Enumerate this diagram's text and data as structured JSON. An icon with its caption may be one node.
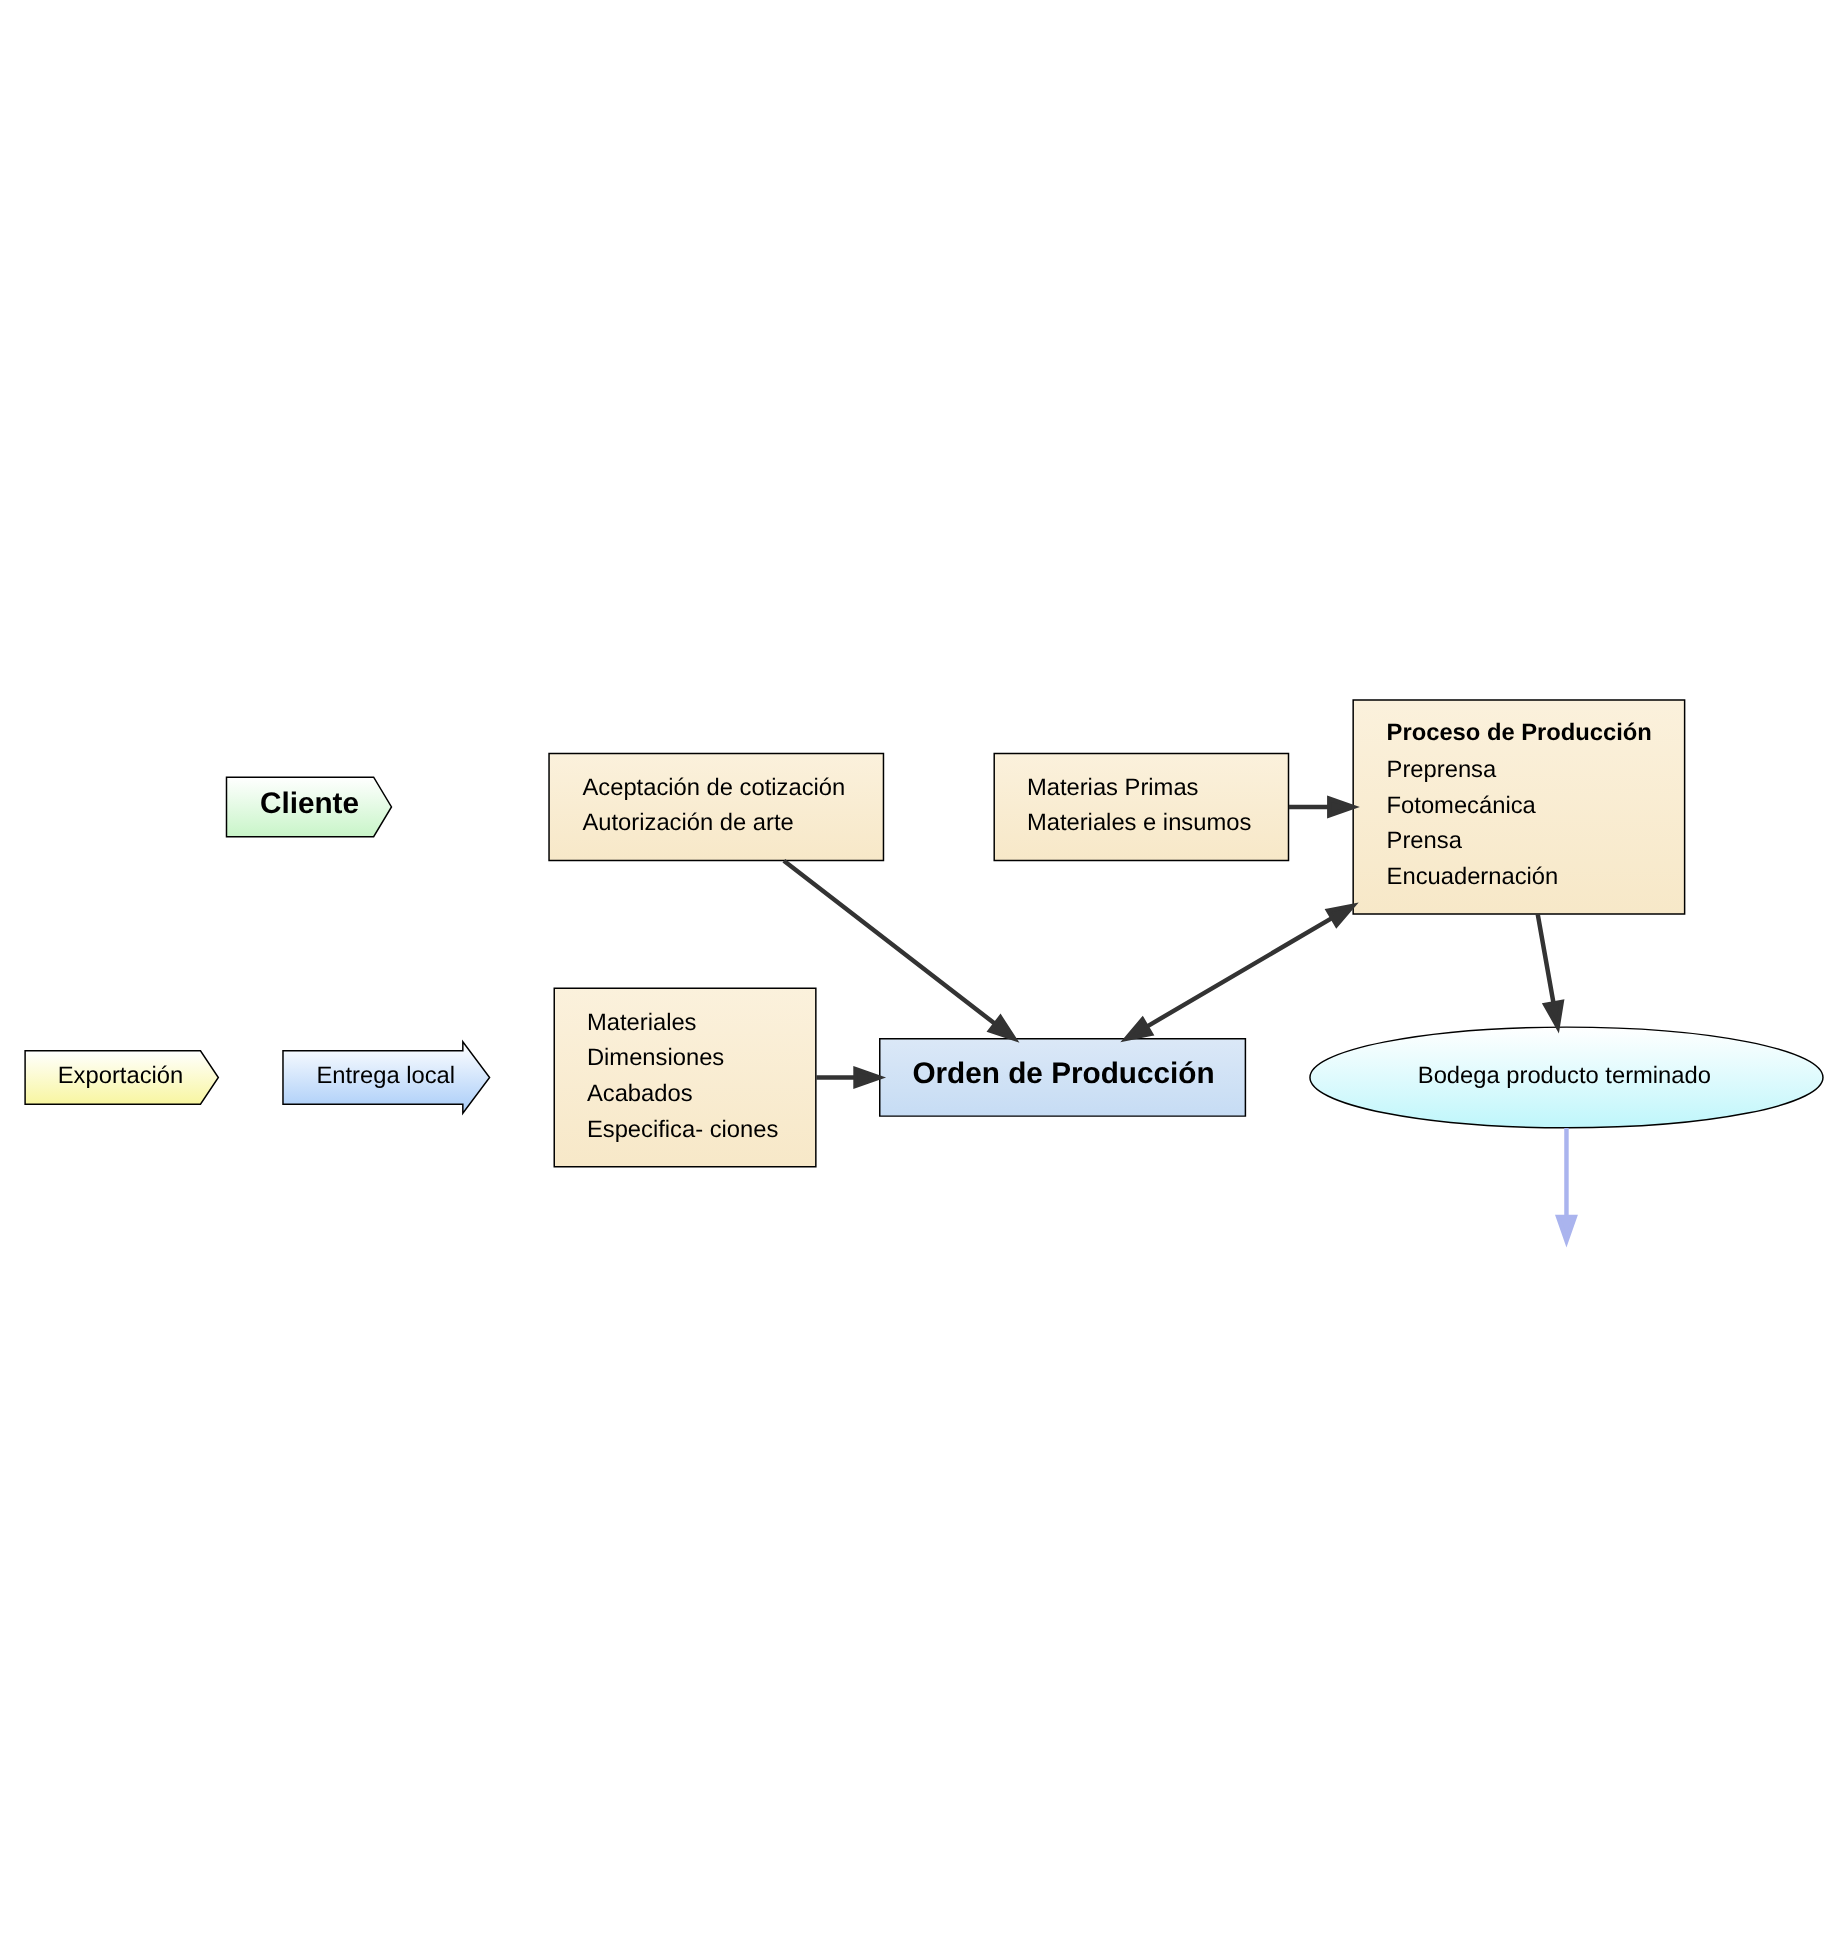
{
  "diagram": {
    "nodes": [
      {
        "text": [
          "Cliente"
        ]
      },
      {
        "text": [
          "Aceptación de cotización",
          "Autorización de arte"
        ]
      },
      {
        "text": [
          "Orden de Producción"
        ]
      },
      {
        "text": [
          "Materiales",
          "Dimensiones",
          "Acabados",
          "Especifica- ciones"
        ]
      },
      {
        "text": [
          "Proceso de Producción",
          "Preprensa",
          "Fotomecánica",
          "Prensa",
          "Encuadernación"
        ]
      },
      {
        "text": [
          "Materias Primas",
          "Materiales e insumos"
        ]
      },
      {
        "text": [
          "Bodega producto terminado"
        ]
      },
      {
        "text": [
          "Exportación"
        ]
      },
      {
        "text": [
          "Entrega local"
        ]
      }
    ],
    "edges": [
      {
        "from": 1,
        "to": 2,
        "arrow": "to"
      },
      {
        "from": 3,
        "to": 2,
        "arrow": "to"
      },
      {
        "from": 4,
        "to": 2,
        "arrow": "both"
      },
      {
        "from": 5,
        "to": 4,
        "arrow": "to"
      },
      {
        "from": 4,
        "to": 6,
        "arrow": "to"
      },
      {
        "from": 6,
        "to": null,
        "arrow": "to",
        "color": "#aab4ee"
      }
    ]
  }
}
